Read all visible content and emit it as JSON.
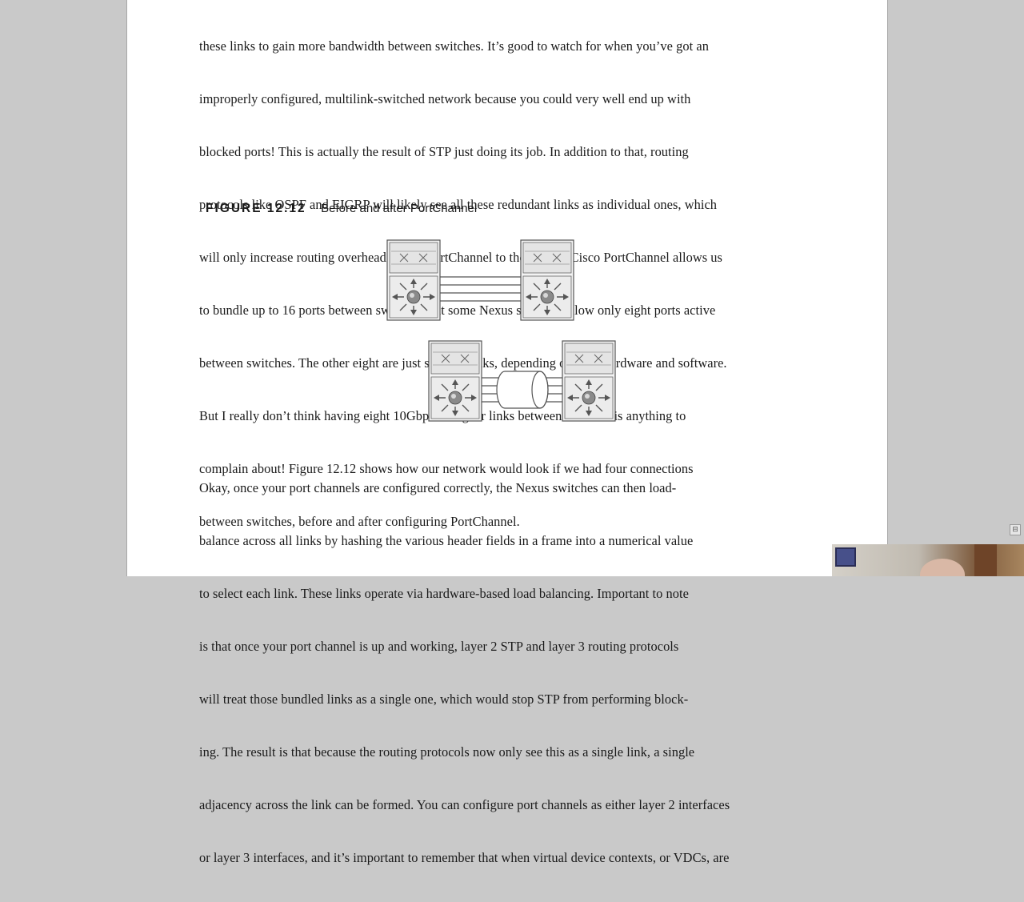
{
  "document": {
    "paragraph_before": [
      "these links to gain more bandwidth between switches. It’s good to watch for when you’ve got an",
      "improperly configured, multilink-switched network because you could very well end up with",
      "blocked ports! This is actually the result of STP just doing its job. In addition to that, routing",
      "protocols like OSPF and EIGRP will likely see all these redundant links as individual ones, which",
      "will only increase routing overhead. Cisco PortChannel to the rescue! Cisco PortChannel allows us",
      "to bundle up to 16 ports between switches, but some Nexus switches allow only eight ports active",
      "between switches. The other eight are just standby links, depending on your hardware and software.",
      "But I really don’t think having eight 10Gbps or higher links between switches is anything to",
      "complain about! Figure 12.12 shows how our network would look if we had four connections",
      "between switches, before and after configuring PortChannel."
    ],
    "figure": {
      "number": "FIGURE 12.12",
      "title": "Before and after PortChannel",
      "before_links": 4,
      "after_links": 4
    },
    "paragraph_after": [
      "Okay, once your port channels are configured correctly, the Nexus switches can then load-",
      "balance across all links by hashing the various header fields in a frame into a numerical value",
      "to select each link. These links operate via hardware-based load balancing. Important to note",
      "is that once your port channel is up and working, layer 2 STP and layer 3 routing protocols",
      "will treat those bundled links as a single one, which would stop STP from performing block-",
      "ing. The result is that because the routing protocols now only see this as a single link, a single",
      "adjacency across the link can be formed. You can configure port channels as either layer 2 interfaces",
      "or layer 3 interfaces, and it’s important to remember that when virtual device contexts, or VDCs, are"
    ]
  },
  "ui": {
    "scroll_nub_glyph": "⊟"
  }
}
